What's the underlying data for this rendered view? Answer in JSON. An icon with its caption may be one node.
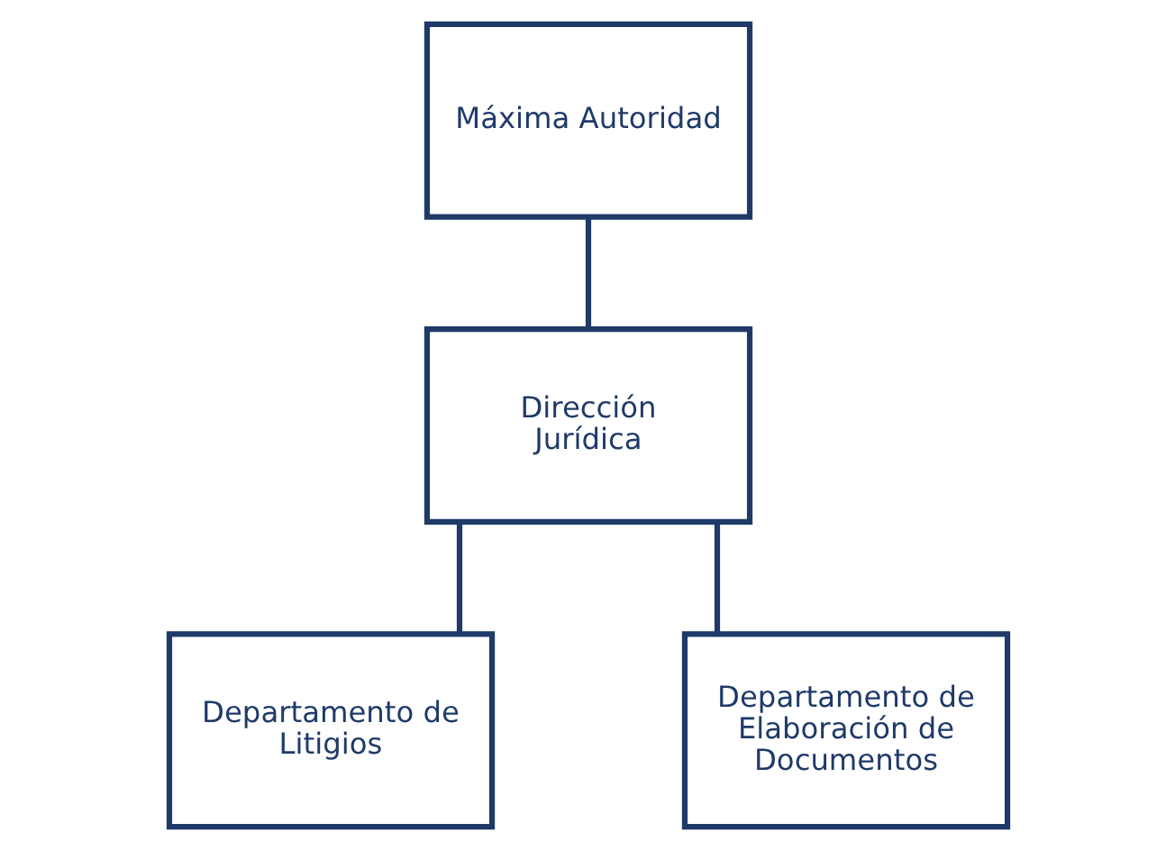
{
  "diagram": {
    "nodes": [
      {
        "text": [
          "Máxima Autoridad"
        ]
      },
      {
        "text": [
          "Dirección Jurídica"
        ]
      },
      {
        "text": [
          "Departamento de Litigios"
        ]
      },
      {
        "text": [
          "Departamento de Elaboración de Documentos"
        ]
      }
    ],
    "edges": [
      {
        "from": 0,
        "to": 1,
        "arrow": "none"
      },
      {
        "from": 1,
        "to": 2,
        "arrow": "none"
      },
      {
        "from": 1,
        "to": 3,
        "arrow": "none"
      }
    ]
  }
}
